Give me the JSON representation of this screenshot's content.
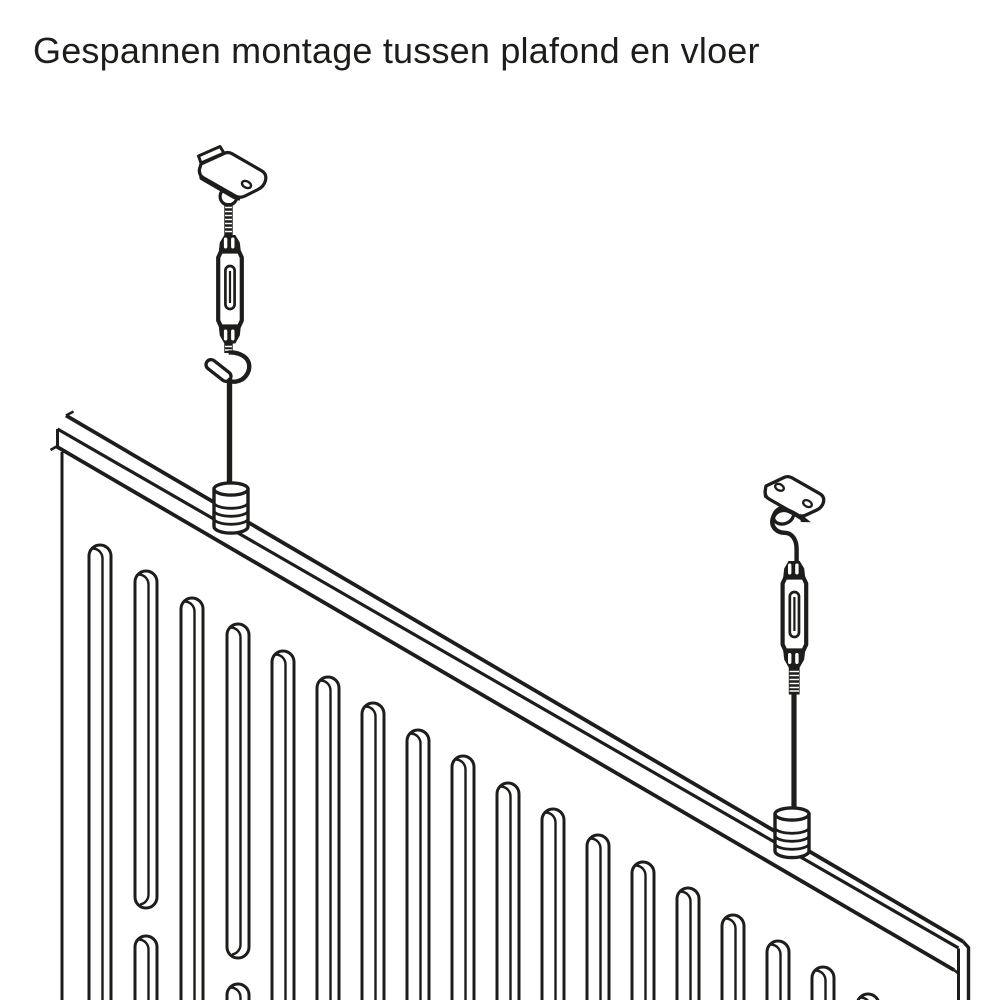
{
  "header": {
    "title": "Gespannen montage tussen plafond en vloer"
  },
  "colors": {
    "background": "#ffffff",
    "line": "#1d1d1b",
    "title_text": "#1d1d1b"
  },
  "diagram": {
    "parts": [
      "ceiling-mounting-bracket-left",
      "eye-ring-left",
      "threaded-rod-left",
      "turnbuckle-left",
      "s-hook-left",
      "cable-eye-left",
      "steel-cable-left",
      "cable-tensioner-left",
      "ceiling-mounting-bracket-right",
      "eye-ring-right",
      "hook-right",
      "turnbuckle-right",
      "threaded-rod-right",
      "steel-cable-right",
      "cable-tensioner-right",
      "panel-top-rail",
      "slotted-panel"
    ]
  }
}
